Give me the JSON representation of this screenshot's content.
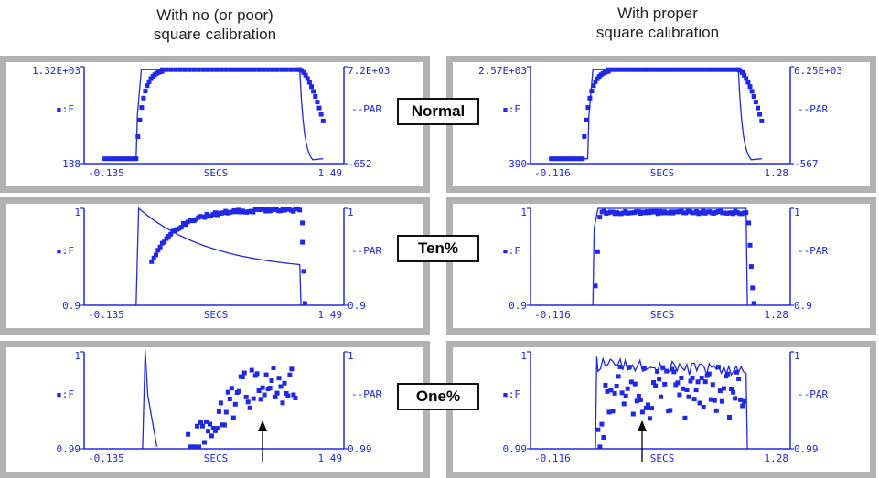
{
  "headings": {
    "left": [
      "With no (or poor)",
      "square calibration"
    ],
    "right": [
      "With proper",
      "square calibration"
    ]
  },
  "labels": {
    "left_series": "▪:F",
    "right_series": "--PAR",
    "x_axis": "SECS"
  },
  "colors": {
    "panel_bg": "#b2b2b2",
    "plot_bg": "#ffffff",
    "trace": "#1e28e6"
  },
  "rows": [
    {
      "badge": "Normal",
      "panels": [
        {
          "y_left_top": "1.32E+03",
          "y_left_bottom": "188",
          "y_right_top": "7.2E+03",
          "y_right_bottom": "-652",
          "x_min": "-0.135",
          "x_max": "1.49"
        },
        {
          "y_left_top": "2.57E+03",
          "y_left_bottom": "390",
          "y_right_top": "6.25E+03",
          "y_right_bottom": "-567",
          "x_min": "-0.116",
          "x_max": "1.28"
        }
      ]
    },
    {
      "badge": "Ten%",
      "panels": [
        {
          "y_left_top": "1",
          "y_left_bottom": "0.9",
          "y_right_top": "1",
          "y_right_bottom": "0.9",
          "x_min": "-0.135",
          "x_max": "1.49"
        },
        {
          "y_left_top": "1",
          "y_left_bottom": "0.9",
          "y_right_top": "1",
          "y_right_bottom": "0.9",
          "x_min": "-0.116",
          "x_max": "1.28"
        }
      ]
    },
    {
      "badge": "One%",
      "panels": [
        {
          "y_left_top": "1",
          "y_left_bottom": "0.99",
          "y_right_top": "1",
          "y_right_bottom": "0.99",
          "x_min": "-0.135",
          "x_max": "1.49"
        },
        {
          "y_left_top": "1",
          "y_left_bottom": "0.99",
          "y_right_top": "1",
          "y_right_bottom": "0.99",
          "x_min": "-0.116",
          "x_max": "1.28"
        }
      ]
    }
  ]
}
